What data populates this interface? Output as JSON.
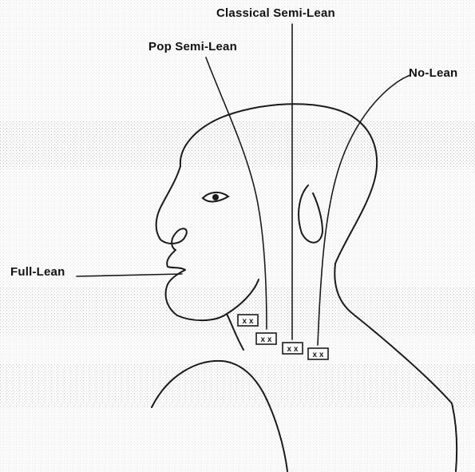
{
  "labels": {
    "classical_semi_lean": "Classical Semi-Lean",
    "pop_semi_lean": "Pop Semi-Lean",
    "no_lean": "No-Lean",
    "full_lean": "Full-Lean"
  },
  "marker_text": "x x",
  "colors": {
    "line": "#1a1a1a",
    "text": "#111111",
    "background": "#ffffff",
    "texture": "#8a8a8a"
  },
  "icons": {
    "head": "head-profile-outline",
    "markers": "electrode-marker-box"
  }
}
